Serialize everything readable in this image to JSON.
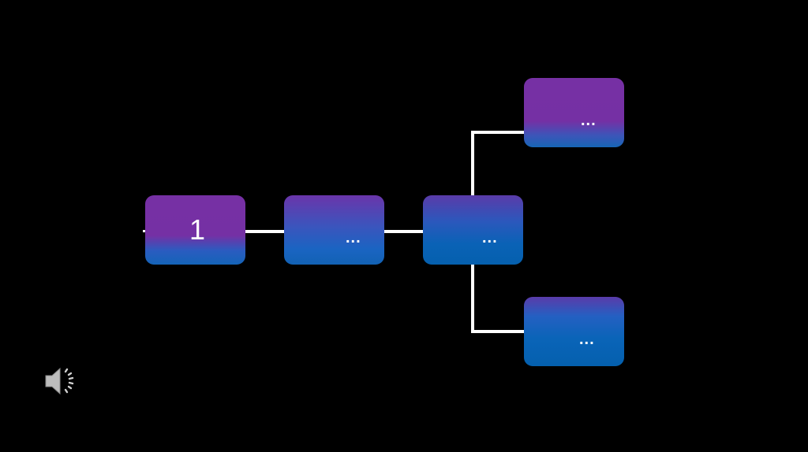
{
  "diagram": {
    "nodes": [
      {
        "id": "node-1",
        "label": "1"
      },
      {
        "id": "node-2",
        "label": "..."
      },
      {
        "id": "node-3",
        "label": "..."
      },
      {
        "id": "node-4",
        "label": "..."
      },
      {
        "id": "node-5",
        "label": "..."
      }
    ],
    "colors": {
      "background": "#000000",
      "connector": "#ffffff",
      "purple": "#7530a4",
      "blue": "#0560ae"
    }
  },
  "controls": {
    "audio_icon": "speaker-icon"
  }
}
